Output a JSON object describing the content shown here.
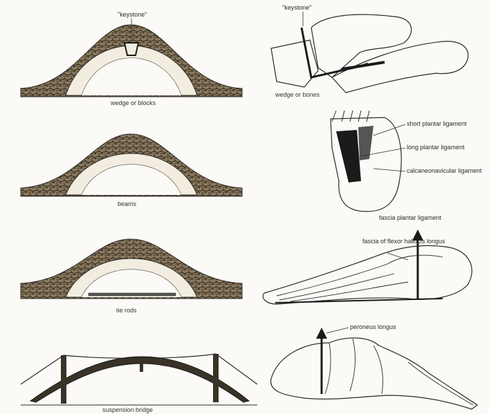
{
  "panels": {
    "keystone_arch": {
      "callout": "\"keystone\"",
      "caption": "wedge or blocks"
    },
    "tie_beam_arch": {
      "caption": "beams"
    },
    "tie_rod_arch": {
      "caption": "tie rods"
    },
    "suspension_arch": {
      "caption": "suspension bridge"
    },
    "foot_keystone": {
      "callout": "\"keystone\"",
      "caption": "wedge or bones"
    },
    "foot_ligaments": {
      "labels": [
        "short plantar ligament",
        "long plantar ligament",
        "calcaneonavicular ligament"
      ]
    },
    "foot_tie_rod": {
      "callout_top": "fascia plantar ligament",
      "callout_side": "fascia of flexor hallucis longus"
    },
    "foot_suspension": {
      "callout": "peroneus longus"
    }
  },
  "colors": {
    "ink": "#2a2a2a",
    "stone": "#5b4d3a",
    "paper": "#fbfaf6"
  }
}
